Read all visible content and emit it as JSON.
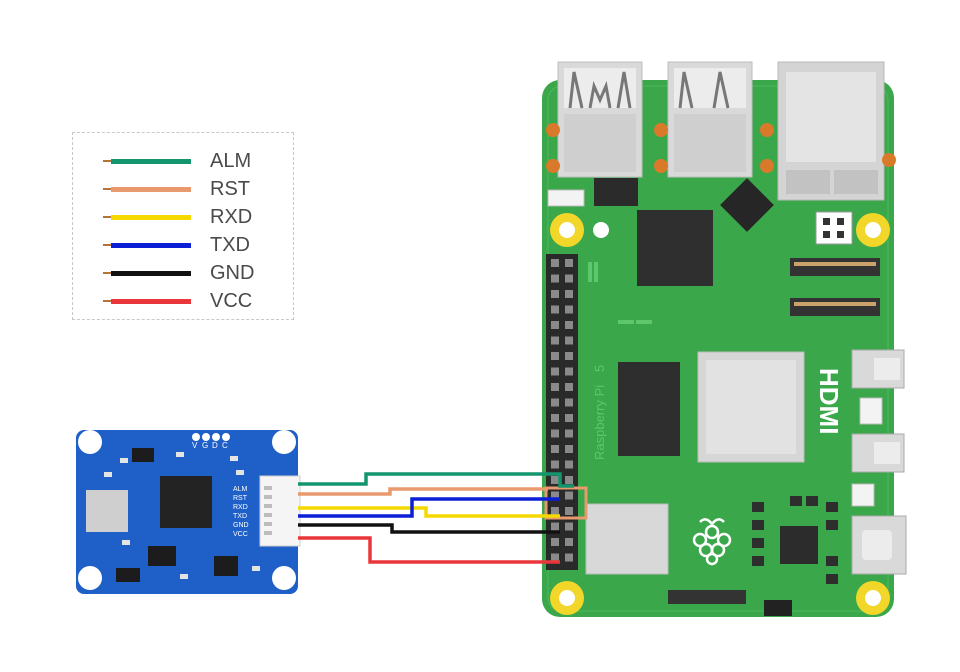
{
  "legend": {
    "items": [
      {
        "label": "ALM",
        "color": "#14956e"
      },
      {
        "label": "RST",
        "color": "#e89a6e"
      },
      {
        "label": "RXD",
        "color": "#f5d800"
      },
      {
        "label": "TXD",
        "color": "#0a1fd6"
      },
      {
        "label": "GND",
        "color": "#111111"
      },
      {
        "label": "VCC",
        "color": "#e8363b"
      }
    ]
  },
  "module": {
    "top_labels": [
      "V",
      "G",
      "D",
      "C"
    ],
    "pin_labels": [
      "ALM",
      "RST",
      "RXD",
      "TXD",
      "GND",
      "VCC"
    ]
  },
  "pi": {
    "brand": "Raspberry Pi",
    "model": "5",
    "hdmi": "HDMI"
  }
}
